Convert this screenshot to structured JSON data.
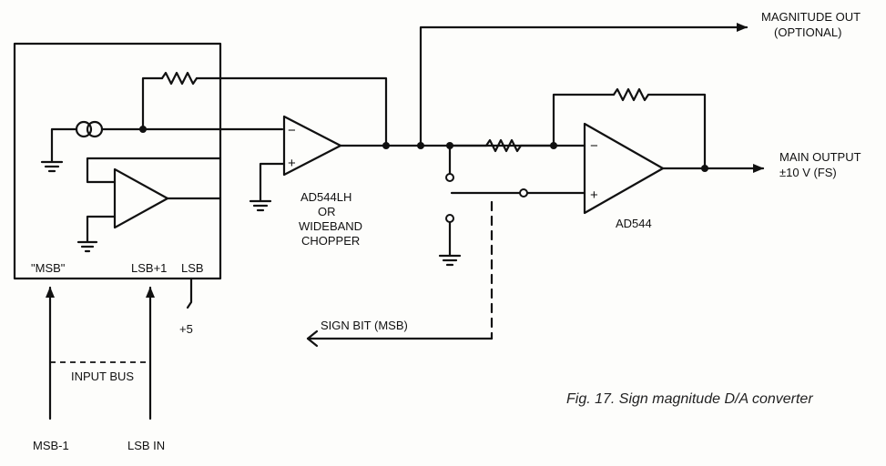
{
  "labels": {
    "magnitude_out": "MAGNITUDE OUT",
    "optional": "(OPTIONAL)",
    "opamp1_name": "AD544LH",
    "opamp1_or": "OR",
    "opamp1_alt1": "WIDEBAND",
    "opamp1_alt2": "CHOPPER",
    "opamp2_name": "AD544",
    "main_output": "MAIN OUTPUT",
    "range": "±10 V (FS)",
    "msb": "\"MSB\"",
    "lsb_plus_1": "LSB+1",
    "lsb": "LSB",
    "plus5": "+5",
    "sign_bit": "SIGN BIT (MSB)",
    "input_bus": "INPUT BUS",
    "msb_in": "MSB-1",
    "lsb_in": "LSB IN"
  },
  "caption": "Fig. 17. Sign magnitude D/A converter",
  "symbols": {
    "minus": "−",
    "plus": "+"
  }
}
